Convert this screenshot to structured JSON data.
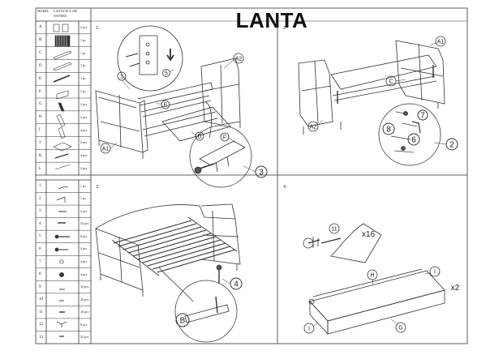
{
  "header": {
    "model_label": "MODEL :",
    "model_name": "LANTA 90 X 200",
    "model_type": "DAYBED",
    "title": "LANTA"
  },
  "parts_top": [
    {
      "letter": "A",
      "qty": "2 pcs"
    },
    {
      "letter": "B",
      "qty": "1 pc"
    },
    {
      "letter": "C",
      "qty": "1 pc"
    },
    {
      "letter": "D",
      "qty": "1 pc"
    },
    {
      "letter": "E",
      "qty": "1 pc"
    },
    {
      "letter": "F",
      "qty": "1 pc"
    },
    {
      "letter": "G",
      "qty": "2 pcs"
    },
    {
      "letter": "H",
      "qty": "2 pcs"
    },
    {
      "letter": "I",
      "qty": "4 pcs"
    },
    {
      "letter": "J",
      "qty": "2 pcs"
    },
    {
      "letter": "K",
      "qty": "4 pcs"
    },
    {
      "letter": "L",
      "qty": "2 pcs"
    }
  ],
  "parts_hardware": [
    {
      "num": "1",
      "qty": "1 pc"
    },
    {
      "num": "2",
      "qty": "1 pc"
    },
    {
      "num": "3",
      "qty": "2 pcs"
    },
    {
      "num": "4",
      "qty": "32 pcs"
    },
    {
      "num": "5",
      "qty": "8 pcs"
    },
    {
      "num": "6",
      "qty": "4 pcs"
    },
    {
      "num": "7",
      "qty": "4 pcs"
    },
    {
      "num": "8",
      "qty": "4 pcs"
    },
    {
      "num": "9",
      "qty": "32 pcs"
    },
    {
      "num": "10",
      "qty": "20 pcs"
    },
    {
      "num": "11",
      "qty": "16 pcs"
    },
    {
      "num": "12",
      "qty": "8 pcs"
    },
    {
      "num": "13",
      "qty": "32 pcs"
    }
  ],
  "steps": {
    "step1": {
      "number": "1",
      "callouts": [
        "1",
        "A2",
        "5",
        "E",
        "D",
        "A1",
        "F",
        "3"
      ]
    },
    "step2": {
      "number": "2",
      "callouts": [
        "A1",
        "C",
        "A2",
        "7",
        "8",
        "6",
        "2"
      ]
    },
    "step3": {
      "number": "3",
      "callouts": [
        "4",
        "B"
      ]
    },
    "step4": {
      "number": "4",
      "callouts": [
        "11",
        "x16",
        "H",
        "I",
        "x2",
        "I",
        "G"
      ]
    }
  }
}
